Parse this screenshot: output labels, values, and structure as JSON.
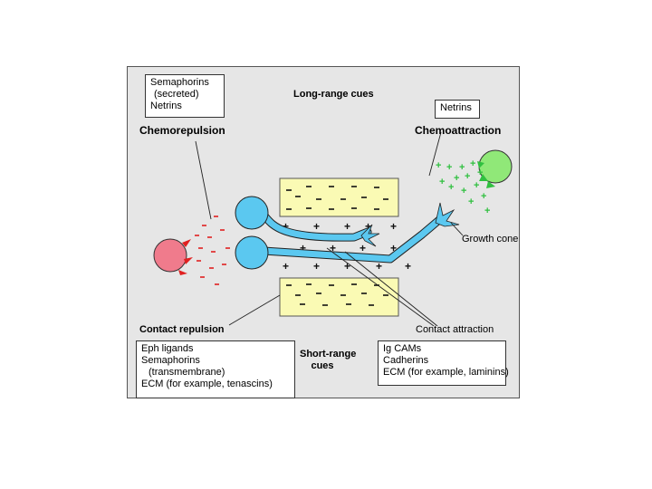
{
  "long_range": {
    "title": "Long-range cues",
    "repulsion_box": [
      "Semaphorins",
      "(secreted)",
      "Netrins"
    ],
    "attraction_box": [
      "Netrins"
    ],
    "chemorepulsion": "Chemorepulsion",
    "chemoattraction": "Chemoattraction"
  },
  "short_range": {
    "title_line1": "Short-range",
    "title_line2": "cues",
    "contact_repulsion": "Contact repulsion",
    "contact_attraction": "Contact attraction",
    "repulsion_box": [
      "Eph ligands",
      "Semaphorins",
      "(transmembrane)",
      "ECM (for example, tenascins)"
    ],
    "attraction_box": [
      "Ig CAMs",
      "Cadherins",
      "ECM (for example, laminins)"
    ]
  },
  "growth_cone": "Growth cone",
  "colors": {
    "panel": "#e6e6e6",
    "neuron": "#5bc8f0",
    "cell_box": "#fafab4",
    "repulsive_cell": "#f07b8c",
    "repulsive_signal": "#e02020",
    "attractive_cell": "#90e878",
    "attractive_signal": "#30c040"
  }
}
